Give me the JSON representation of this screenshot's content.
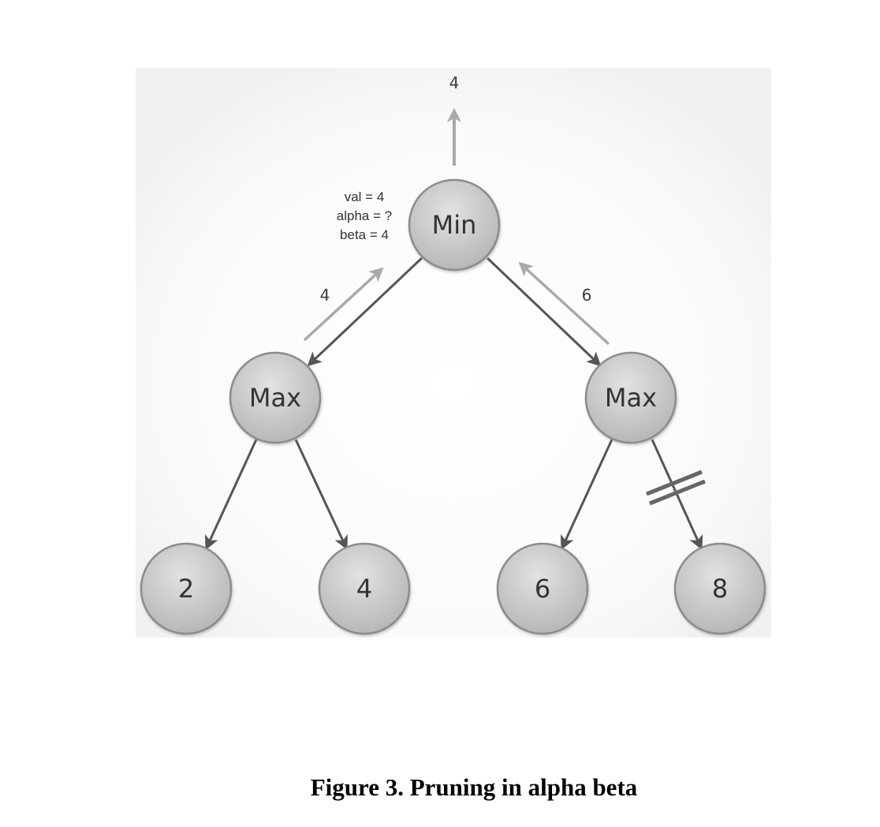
{
  "diagram": {
    "root": {
      "label": "Min",
      "returned_value": "4"
    },
    "annotation": [
      "val = 4",
      "alpha = ?",
      "beta = 4"
    ],
    "max_nodes": [
      {
        "label": "Max",
        "returned_value": "4"
      },
      {
        "label": "Max",
        "returned_value": "6"
      }
    ],
    "leaves": [
      "2",
      "4",
      "6",
      "8"
    ],
    "pruned_edge": "Max → 8",
    "colors": {
      "node_fill": "#c8c8c8",
      "node_stroke": "#8c8c8c",
      "edge": "#555555",
      "return_arrow": "#a9a9a9",
      "prune_mark": "#666666"
    }
  },
  "caption": "Figure 3. Pruning in alpha beta"
}
